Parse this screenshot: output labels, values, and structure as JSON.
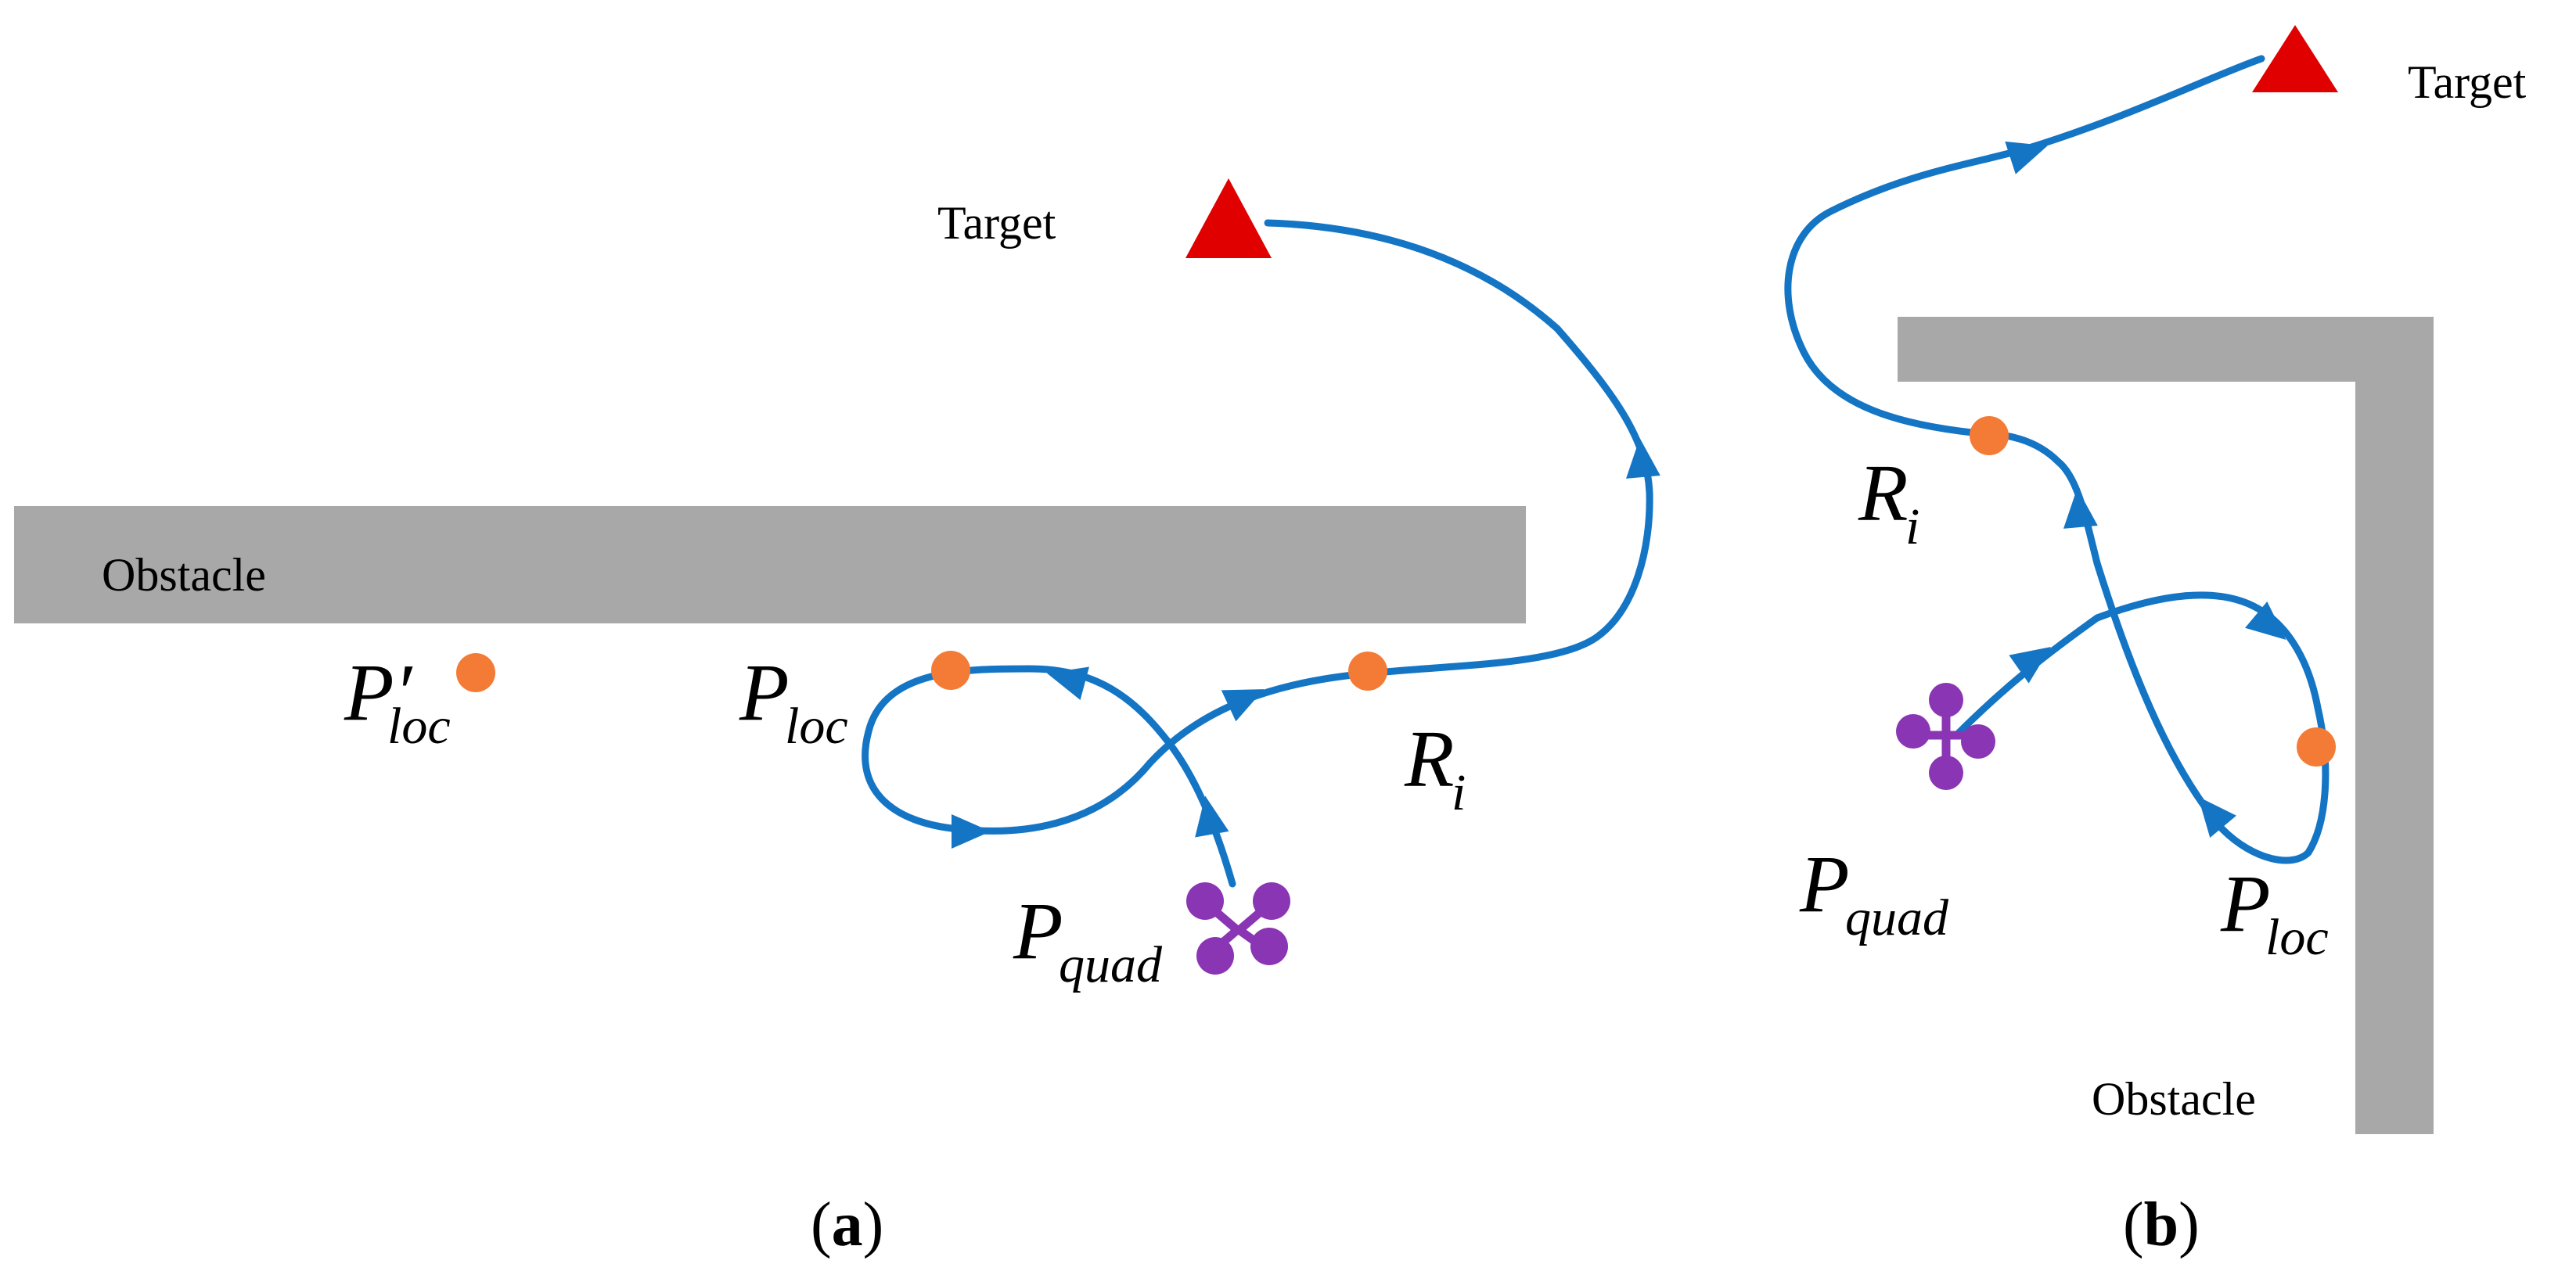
{
  "colors": {
    "obstacle": "#a8a8a8",
    "path": "#1575c5",
    "point": "#f47b35",
    "target": "#e00000",
    "quadrotor": "#8a35b3",
    "text": "#000000"
  },
  "icons": {
    "target": "red-triangle-icon",
    "quadrotor": "quadrotor-icon",
    "point": "orange-dot-icon"
  },
  "panel_a": {
    "obstacle_label": "Obstacle",
    "target_label": "Target",
    "p_loc_prime": {
      "base": "P",
      "prime": "′",
      "sub": "loc"
    },
    "p_loc": {
      "base": "P",
      "sub": "loc"
    },
    "r_i": {
      "base": "R",
      "sub": "i"
    },
    "p_quad": {
      "base": "P",
      "sub": "quad"
    },
    "caption": {
      "open": "(",
      "letter": "a",
      "close": ")"
    }
  },
  "panel_b": {
    "obstacle_label": "Obstacle",
    "target_label": "Target",
    "r_i": {
      "base": "R",
      "sub": "i"
    },
    "p_quad": {
      "base": "P",
      "sub": "quad"
    },
    "p_loc": {
      "base": "P",
      "sub": "loc"
    },
    "caption": {
      "open": "(",
      "letter": "b",
      "close": ")"
    }
  }
}
